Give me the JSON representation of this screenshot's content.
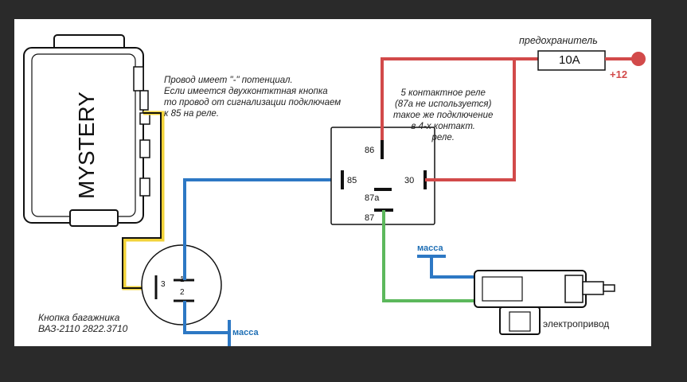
{
  "alarm_unit": {
    "label": "MYSTERY"
  },
  "notes": {
    "wire_note": "Провод имеет \"-\" потенциал.\nЕсли имеется двухконтктная кнопка\nто провод от сигнализации подключаем\nк 85 на реле.",
    "relay_note": "5 контактное реле\n(87а не используется)\nтакое же подключение\nв 4-х контакт.\nреле.",
    "fuse_caption": "предохранитель",
    "button_caption": "Кнопка багажника\nВАЗ-2110 2822.3710",
    "actuator_caption": "электропривод"
  },
  "fuse": {
    "rating": "10А"
  },
  "supply": {
    "label": "+12"
  },
  "relay": {
    "pins": {
      "p86": "86",
      "p85": "85",
      "p87a": "87а",
      "p87": "87",
      "p30": "30"
    }
  },
  "button": {
    "pins": {
      "p1": "1",
      "p2": "2",
      "p3": "3"
    }
  },
  "ground": {
    "label": "масса"
  },
  "colors": {
    "red": "#d24a4a",
    "blue": "#2d78c4",
    "green": "#5cb85c",
    "yellow": "#f2d33a",
    "black": "#111111"
  }
}
